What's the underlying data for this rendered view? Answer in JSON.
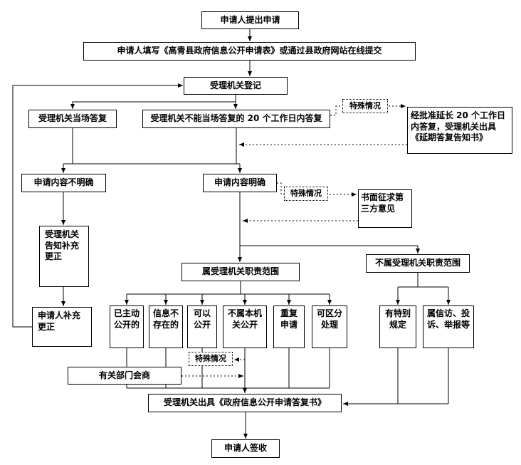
{
  "flow": {
    "submit": "申请人提出申请",
    "fill_form": "申请人填写《高青县政府信息公开申请表》或通过县政府网站在线提交",
    "register": "受理机关登记",
    "onspot_reply": "受理机关当场答复",
    "reply_20days": "受理机关不能当场答复的 20 个工作日内答复",
    "special_case_1": "特殊情况",
    "extension": "经批准延长 20 个工作日内答复，受理机关出具《延期答复告知书》",
    "content_unclear": "申请内容不明确",
    "content_clear": "申请内容明确",
    "special_case_2": "特殊情况",
    "third_party": "书面征求第三方意见",
    "notify_supplement": "受理机关告知补充更正",
    "applicant_supplement": "申请人补充更正",
    "in_scope": "属受理机关职责范围",
    "out_of_scope": "不属受理机关职责范围",
    "already_public": "已主动公开的",
    "not_exist": "信息不存在的",
    "can_public": "可以公开",
    "not_this_organ": "不属本机关公开",
    "repeat_apply": "重复申请",
    "separable": "可区分处理",
    "special_rules": "有特别规定",
    "petition": "属信访、投诉、举报等",
    "special_case_3": "特殊情况",
    "consult": "有关部门会商",
    "reply_letter": "受理机关出具《政府信息公开申请答复书》",
    "sign": "申请人签收"
  }
}
